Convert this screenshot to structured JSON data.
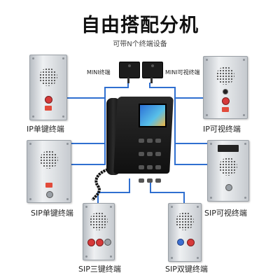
{
  "header": {
    "title": "自由搭配分机",
    "subtitle": "可带N个终端设备"
  },
  "devices": {
    "mini": "MINI终端",
    "mini_video": "MINI可视终端",
    "ip_single": "IP单键终端",
    "ip_video": "IP可视终端",
    "sip_single": "SIP单键终端",
    "sip_video": "SIP可视终端",
    "sip_three": "SIP三键终端",
    "sip_double": "SIP双键终端"
  },
  "colors": {
    "connector_line": "#2f6fd0",
    "alarm_button": "#d63a3a"
  },
  "icons": [
    "speaker-grille-icon",
    "camera-icon",
    "call-button-icon"
  ]
}
